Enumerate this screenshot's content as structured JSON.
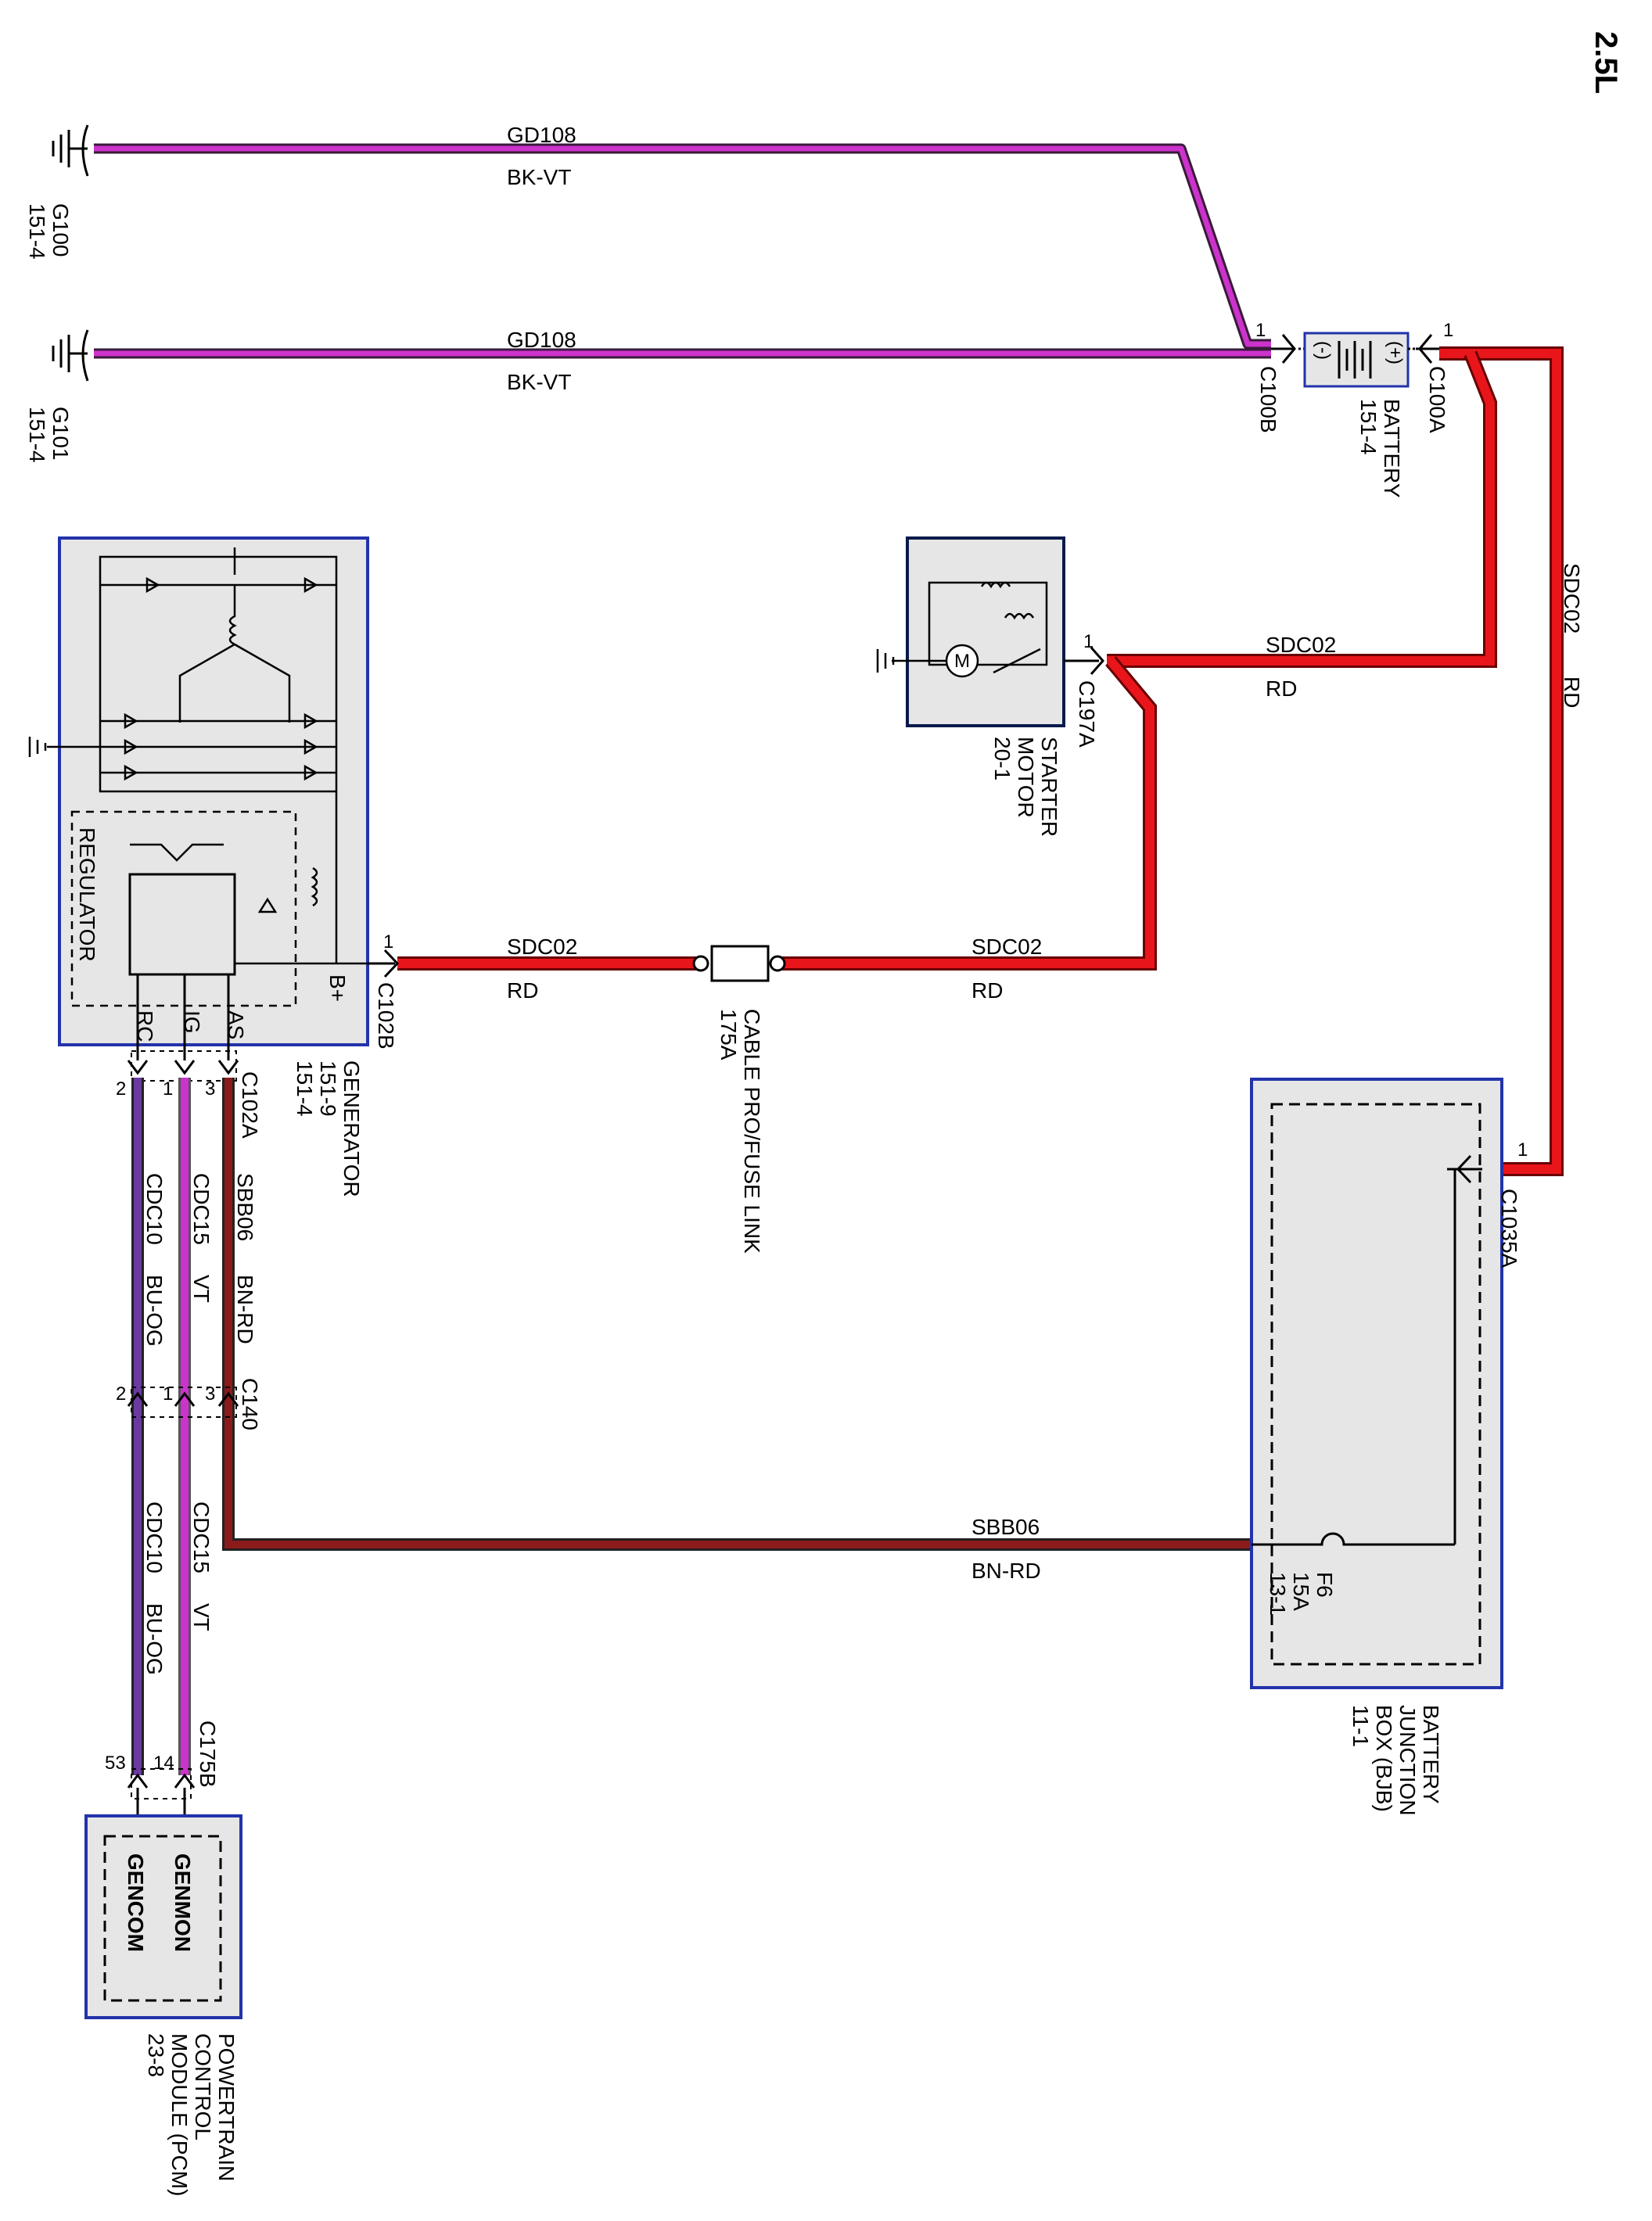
{
  "engine_label": "2.5L",
  "colors": {
    "red": "#e8161b",
    "violet": "#cc33cc",
    "black_violet": "#9933aa",
    "brown_red": "#8b1a1a",
    "blue_orange": "#6a3aa0",
    "component_fill": "#e6e6e6",
    "component_border": "#2233aa"
  },
  "components": {
    "g100": {
      "name": "G100",
      "ref": "151-4"
    },
    "g101": {
      "name": "G101",
      "ref": "151-4"
    },
    "battery": {
      "name": "BATTERY",
      "ref": "151-4",
      "plus": "(+)",
      "minus": "(-)"
    },
    "starter": {
      "name1": "STARTER",
      "name2": "MOTOR",
      "ref": "20-1"
    },
    "generator": {
      "name": "GENERATOR",
      "ref1": "151-9",
      "ref2": "151-4",
      "regulator": "REGULATOR",
      "bplus": "B+",
      "pin_rc": "RC",
      "pin_ig": "IG",
      "pin_as": "AS"
    },
    "fuse_link": {
      "name": "CABLE PRO/FUSE LINK",
      "rating": "175A"
    },
    "bjb": {
      "name1": "BATTERY",
      "name2": "JUNCTION",
      "name3": "BOX (BJB)",
      "ref": "11-1",
      "fuse": "F6",
      "fuse_rating": "15A",
      "fuse_ref": "13-1"
    },
    "pcm": {
      "name1": "POWERTRAIN",
      "name2": "CONTROL",
      "name3": "MODULE (PCM)",
      "ref": "23-8",
      "pin_genmon": "GENMON",
      "pin_gencom": "GENCOM"
    }
  },
  "connectors": {
    "c100b": "C100B",
    "c100a": "C100A",
    "c197a": "C197A",
    "c102b": "C102B",
    "c102a": "C102A",
    "c140": "C140",
    "c175b": "C175B",
    "c1035a": "C1035A"
  },
  "pins": {
    "c100b": "1",
    "c100a": "1",
    "c197a": "1",
    "c102b": "1",
    "c1035a": "1",
    "c102a_rc": "2",
    "c102a_ig": "1",
    "c102a_as": "3",
    "c140_rc": "2",
    "c140_ig": "1",
    "c140_as": "3",
    "c175b_genmon": "14",
    "c175b_gencom": "53"
  },
  "wires": {
    "gd108_top": {
      "circuit": "GD108",
      "color": "BK-VT"
    },
    "gd108_bottom": {
      "circuit": "GD108",
      "color": "BK-VT"
    },
    "sdc02_vertical": {
      "circuit": "SDC02",
      "color": "RD"
    },
    "sdc02_starter": {
      "circuit": "SDC02",
      "color": "RD"
    },
    "sdc02_gen": {
      "circuit": "SDC02",
      "color": "RD"
    },
    "sdc02_fuse": {
      "circuit": "SDC02",
      "color": "RD"
    },
    "sbb06_gen": {
      "circuit": "SBB06",
      "color": "BN-RD"
    },
    "sbb06_bjb": {
      "circuit": "SBB06",
      "color": "BN-RD"
    },
    "cdc15_1": {
      "circuit": "CDC15",
      "color": "VT"
    },
    "cdc15_2": {
      "circuit": "CDC15",
      "color": "VT"
    },
    "cdc10_1": {
      "circuit": "CDC10",
      "color": "BU-OG"
    },
    "cdc10_2": {
      "circuit": "CDC10",
      "color": "BU-OG"
    }
  }
}
